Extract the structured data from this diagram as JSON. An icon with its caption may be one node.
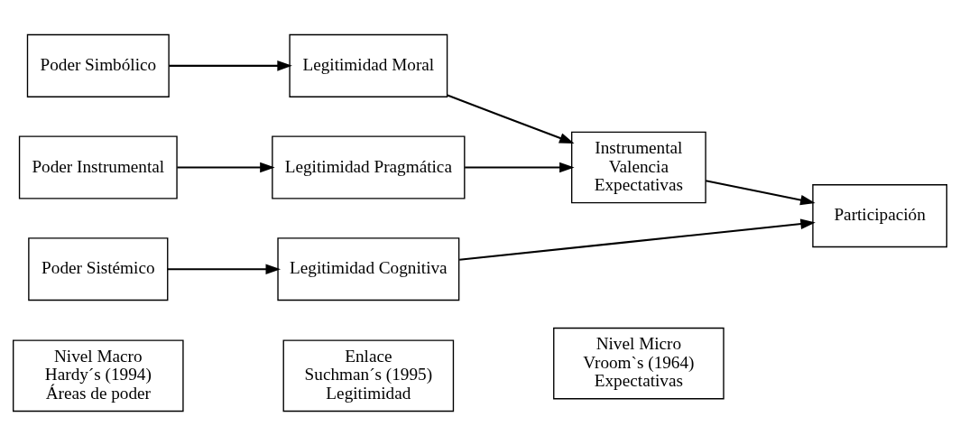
{
  "diagram": {
    "nodes": [
      {
        "text": [
          "Nivel Macro",
          "Hardy´s (1994)",
          "Áreas de poder"
        ]
      },
      {
        "text": [
          "Enlace",
          "Suchman´s (1995)",
          "Legitimidad"
        ]
      },
      {
        "text": [
          "Nivel Micro",
          "Vroom`s (1964)",
          "Expectativas"
        ]
      },
      {
        "text": [
          "Poder Instrumental"
        ]
      },
      {
        "text": [
          "Legitimidad Pragmática"
        ]
      },
      {
        "text": [
          "Instrumental",
          "Valencia",
          "Expectativas"
        ]
      },
      {
        "text": [
          "Participación"
        ]
      },
      {
        "text": [
          "Poder Simbólico"
        ]
      },
      {
        "text": [
          "Legitimidad Moral"
        ]
      },
      {
        "text": [
          "Poder Sistémico"
        ]
      },
      {
        "text": [
          "Legitimidad Cognitiva"
        ]
      }
    ],
    "edges": [
      {
        "from": 3,
        "to": 4,
        "arrow": "to"
      },
      {
        "from": 4,
        "to": 5,
        "arrow": "to"
      },
      {
        "from": 5,
        "to": 6,
        "arrow": "to"
      },
      {
        "from": 7,
        "to": 8,
        "arrow": "to"
      },
      {
        "from": 8,
        "to": 5,
        "arrow": "to"
      },
      {
        "from": 9,
        "to": 10,
        "arrow": "to"
      },
      {
        "from": 10,
        "to": 6,
        "arrow": "to"
      }
    ]
  }
}
